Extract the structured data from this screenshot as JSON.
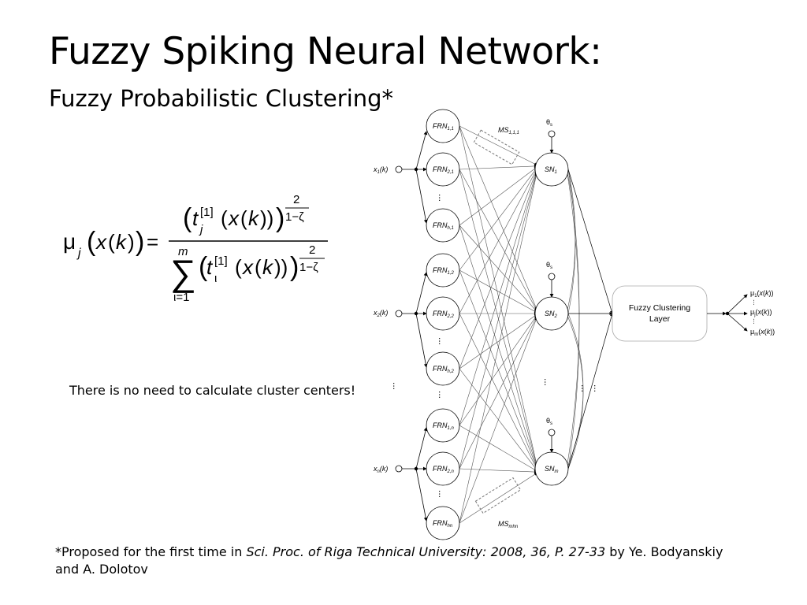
{
  "slide": {
    "title": "Fuzzy Spiking Neural Network:",
    "subtitle": "Fuzzy Probabilistic Clustering*",
    "note": "There is no need to calculate cluster centers!",
    "footnote": {
      "prefix": "*Proposed for the first time in ",
      "source": "Sci. Proc. of Riga Technical University: 2008, 36, P. 27-33",
      "suffix": " by Ye. Bodyanskiy and A. Dolotov"
    }
  },
  "formula": {
    "lhs": "μj(x(k)) =",
    "numerator": "(t[1]j(x(k)))^(2/(1−ζ))",
    "denominator": "Σ ι=1..m (t[1]ι(x(k)))^(2/(1−ζ))"
  },
  "diagram": {
    "inputs": [
      "x1(k)",
      "x2(k)",
      "xn(k)"
    ],
    "frn_nodes": [
      "FRN1,1",
      "FRN2,1",
      "FRNh,1",
      "FRN1,2",
      "FRN2,2",
      "FRNh,2",
      "FRN1,n",
      "FRN2,n",
      "FRNhn"
    ],
    "spiking_neurons": [
      "SN1",
      "SN2",
      "SNm"
    ],
    "theta_label": "θs",
    "synapse_labels": [
      "MS1,1,1",
      "MSmhn"
    ],
    "clustering_layer": "Fuzzy Clustering Layer",
    "outputs": [
      "μ1(x(k))",
      "μj(x(k))",
      "μm(x(k))"
    ]
  }
}
